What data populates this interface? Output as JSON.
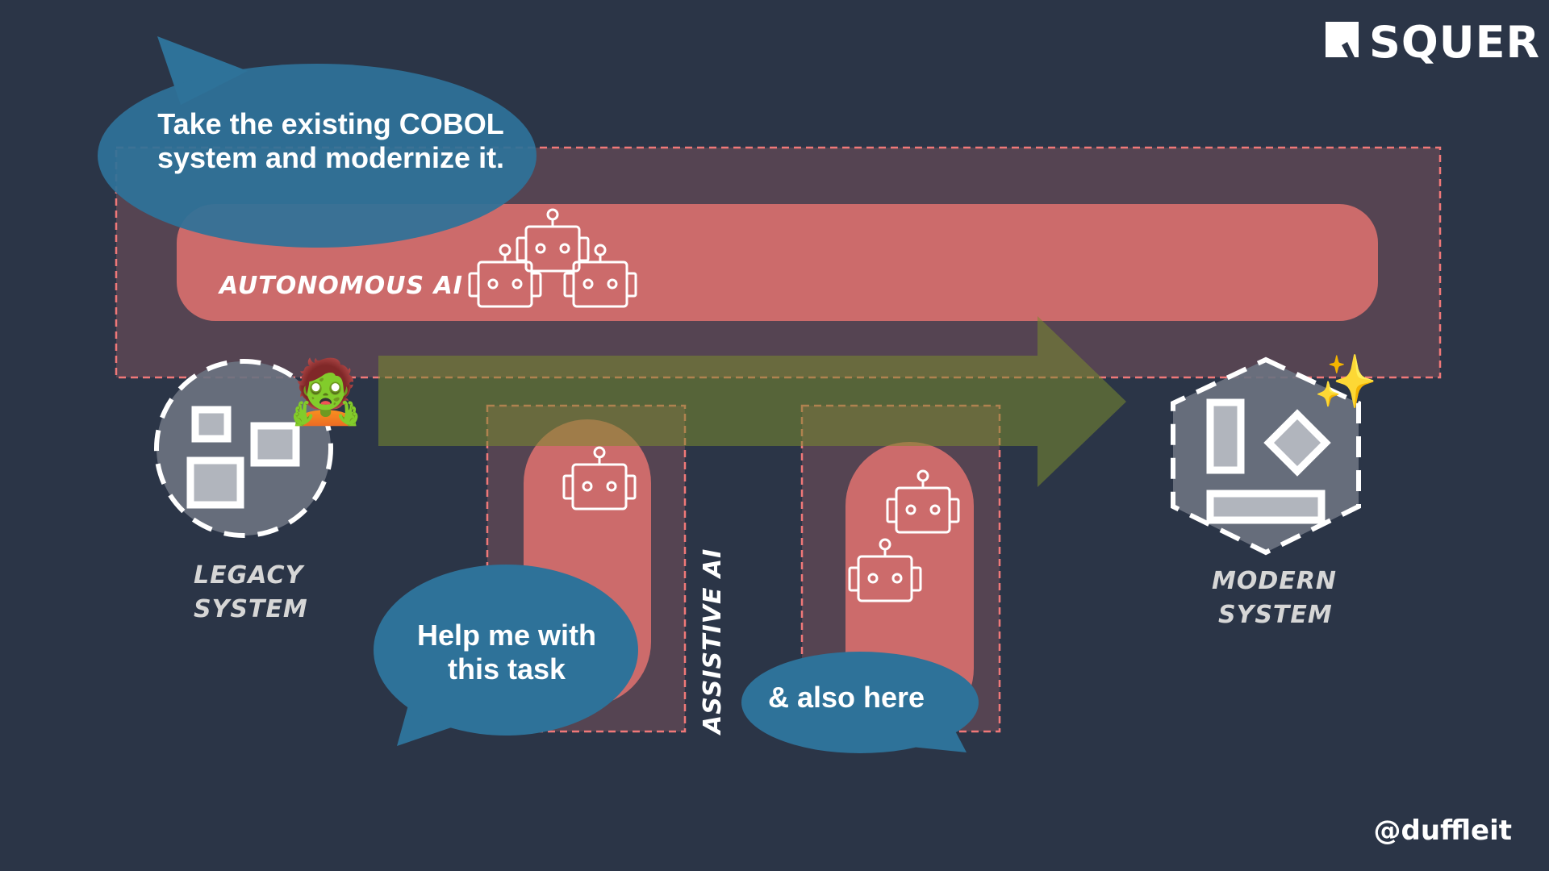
{
  "brand": {
    "logo_text": "SQUER",
    "handle": "@duffleit"
  },
  "colors": {
    "background": "#2b3547",
    "speech_bubble": "#2e7299",
    "ai_pill": "#cc6b6b",
    "dashed_border": "#f07878",
    "system_shape": "#6b7280",
    "arrow": "#7a8a2e"
  },
  "bubbles": {
    "top": {
      "line1": "Take the existing COBOL",
      "line2": "system and modernize it."
    },
    "assistive": {
      "line1": "Help me with",
      "line2": "this task"
    },
    "also": {
      "text": "& also here"
    }
  },
  "labels": {
    "autonomous": "AUTONOMOUS AI",
    "assistive": "ASSISTIVE AI",
    "legacy_line1": "LEGACY",
    "legacy_line2": "SYSTEM",
    "modern_line1": "MODERN",
    "modern_line2": "SYSTEM"
  },
  "emojis": {
    "zombie": "🧟",
    "sparkles": "✨"
  },
  "robots": {
    "autonomous_count": 3,
    "assistive_left_count": 1,
    "assistive_right_count": 2
  }
}
